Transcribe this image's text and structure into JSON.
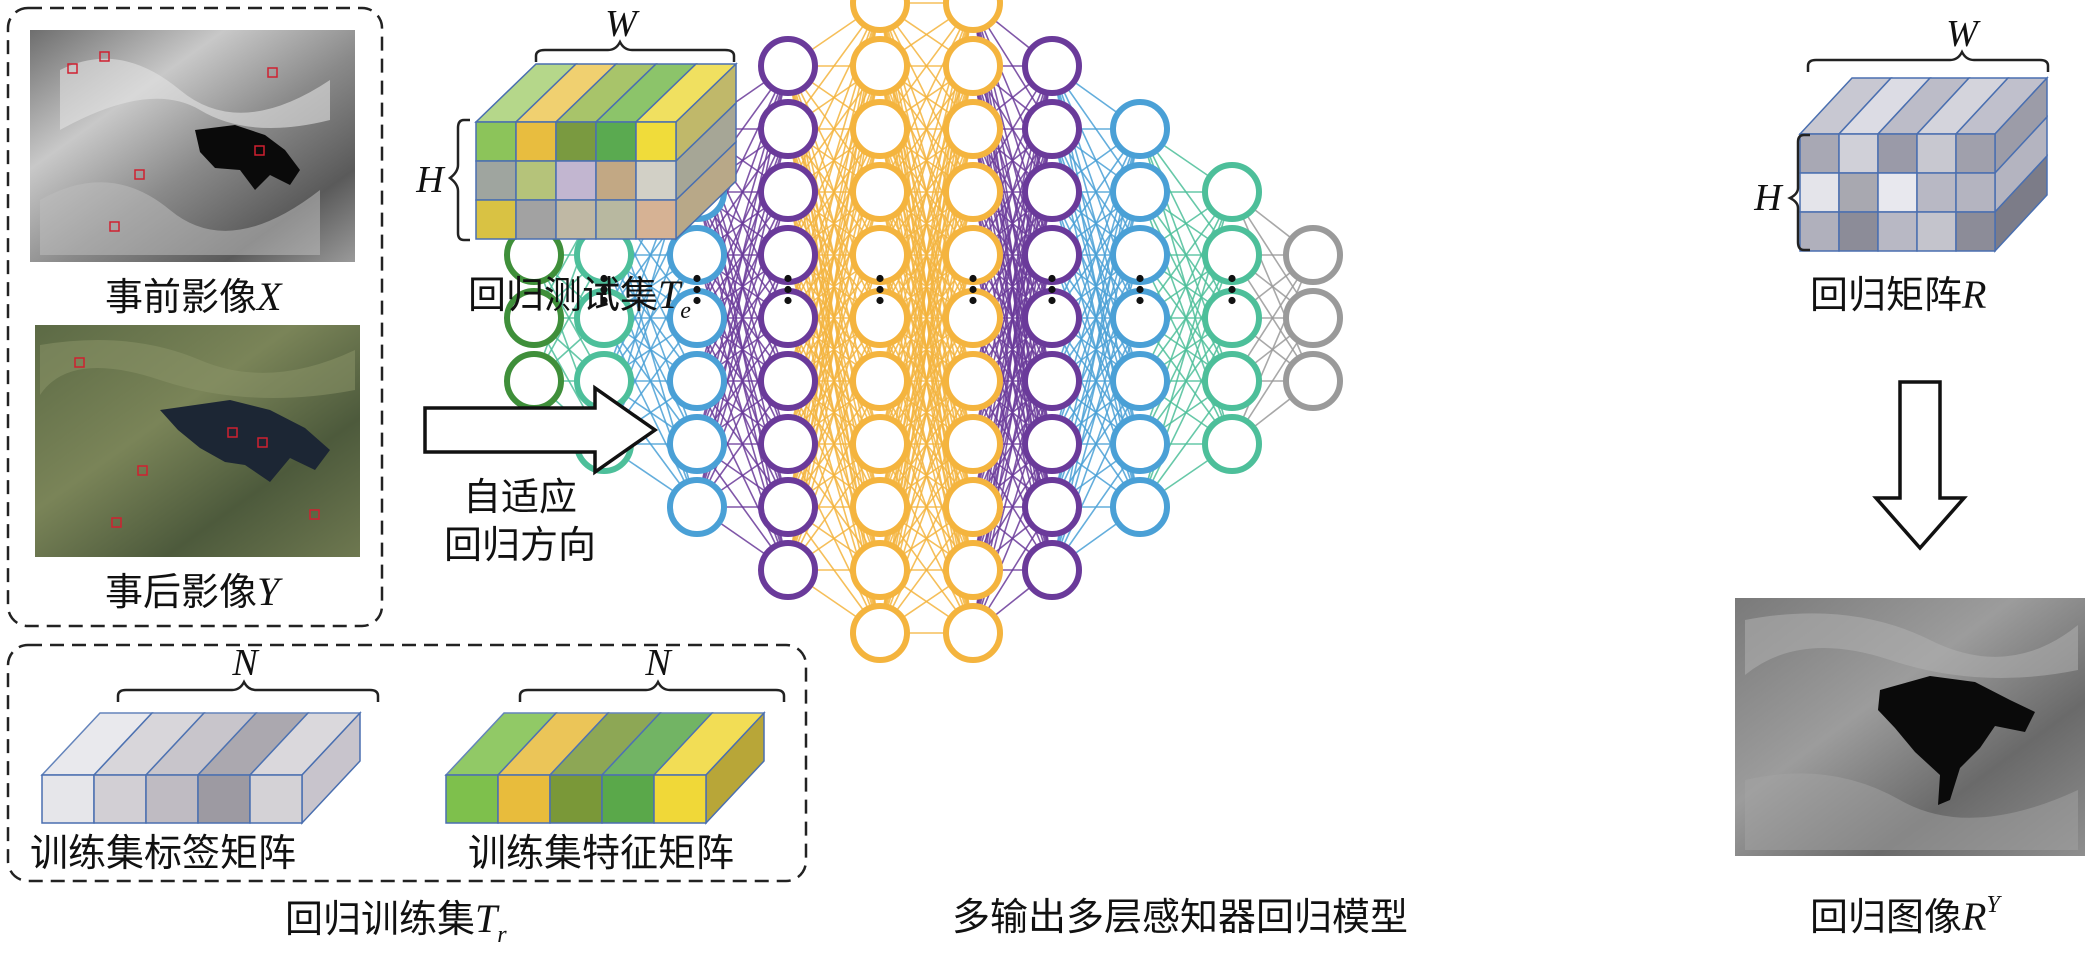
{
  "labels": {
    "pre_image": "事前影像",
    "pre_image_var": "X",
    "post_image": "事后影像",
    "post_image_var": "Y",
    "test_set": "回归测试集",
    "test_set_var": "T",
    "test_set_sub": "e",
    "adaptive_line1": "自适应",
    "adaptive_line2": "回归方向",
    "label_matrix": "训练集标签矩阵",
    "feature_matrix": "训练集特征矩阵",
    "train_set": "回归训练集",
    "train_set_var": "T",
    "train_set_sub": "r",
    "mlp_model": "多输出多层感知器回归模型",
    "reg_matrix": "回归矩阵",
    "reg_matrix_var": "R",
    "reg_image": "回归图像",
    "reg_image_var": "R",
    "reg_image_sup": "Y",
    "dim_W": "W",
    "dim_H": "H",
    "dim_N": "N"
  },
  "network": {
    "layers": [
      {
        "count": 3,
        "color": "#3f8f3a",
        "dots": false
      },
      {
        "count": 5,
        "color": "#4dbf9a",
        "dots": true
      },
      {
        "count": 7,
        "color": "#4aa0d6",
        "dots": true
      },
      {
        "count": 9,
        "color": "#6a3a9a",
        "dots": true
      },
      {
        "count": 11,
        "color": "#f4b43e",
        "dots": true
      },
      {
        "count": 11,
        "color": "#f4b43e",
        "dots": true
      },
      {
        "count": 9,
        "color": "#6a3a9a",
        "dots": true
      },
      {
        "count": 7,
        "color": "#4aa0d6",
        "dots": true
      },
      {
        "count": 5,
        "color": "#4dbf9a",
        "dots": true
      },
      {
        "count": 3,
        "color": "#9a9a9a",
        "dots": false
      }
    ]
  },
  "colors": {
    "feature_cells": [
      "#8cc45a",
      "#e8bd3f",
      "#7a9a40",
      "#5aaa50",
      "#f0dc3a",
      "#c2c2a0",
      "#9fa59f",
      "#b5c37a",
      "#c2b6d0",
      "#c2a884",
      "#d2d0c6",
      "#c8aa80",
      "#d9c243",
      "#a2a2a2",
      "#bfb8a4",
      "#b8b8a0",
      "#d6b294",
      "#c2c2c2"
    ],
    "label_cells": [
      "#a8a8b4",
      "#d0d0d8",
      "#9a9aa8",
      "#c8c8d0",
      "#a0a0ac",
      "#c0c0c8",
      "#e4e4ea",
      "#a8a8b0",
      "#e8e8ee",
      "#b8b8c4",
      "#b4b4c0",
      "#f0f0f4",
      "#b0b0bc",
      "#8c8c98",
      "#b8b8c4",
      "#c4c4cc",
      "#8c8c98",
      "#a4a4b0"
    ],
    "label_strip": [
      "#e6e6ea",
      "#d2cfd4",
      "#bfbbc2",
      "#9d9aa2",
      "#d4d2d6"
    ],
    "feature_strip": [
      "#7ec04c",
      "#e8bc3c",
      "#7a9838",
      "#5aa84a",
      "#f0d838"
    ]
  }
}
